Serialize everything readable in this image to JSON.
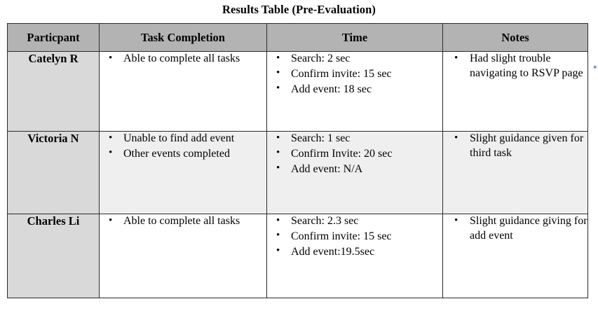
{
  "document": {
    "title": "Results Table (Pre-Evaluation)",
    "artifact_marker": "✶"
  },
  "table": {
    "headers": [
      "Particpant",
      "Task Completion",
      "Time",
      "Notes"
    ],
    "rows": [
      {
        "participant": "Catelyn R",
        "task_completion": [
          "Able to complete all tasks"
        ],
        "time": [
          "Search: 2 sec",
          "Confirm invite: 15 sec",
          "Add event: 18 sec"
        ],
        "notes": [
          "Had slight trouble navigating to RSVP page"
        ]
      },
      {
        "participant": "Victoria N",
        "task_completion": [
          "Unable to find add event",
          "Other events completed"
        ],
        "time": [
          "Search: 1 sec",
          "Confirm Invite: 20 sec",
          "Add event: N/A"
        ],
        "notes": [
          "Slight guidance given for third task"
        ]
      },
      {
        "participant": "Charles Li",
        "task_completion": [
          "Able to complete all tasks"
        ],
        "time": [
          "Search: 2.3 sec",
          "Confirm invite: 15 sec",
          "Add event:19.5sec"
        ],
        "notes": [
          "Slight guidance giving for add event"
        ]
      }
    ]
  },
  "colors": {
    "header_fill": "#b3b3b3",
    "participant_fill": "#d9d9d9",
    "row_tint": "#efefef",
    "border": "#2b2b2b",
    "artifact": "#3b6fd4"
  }
}
